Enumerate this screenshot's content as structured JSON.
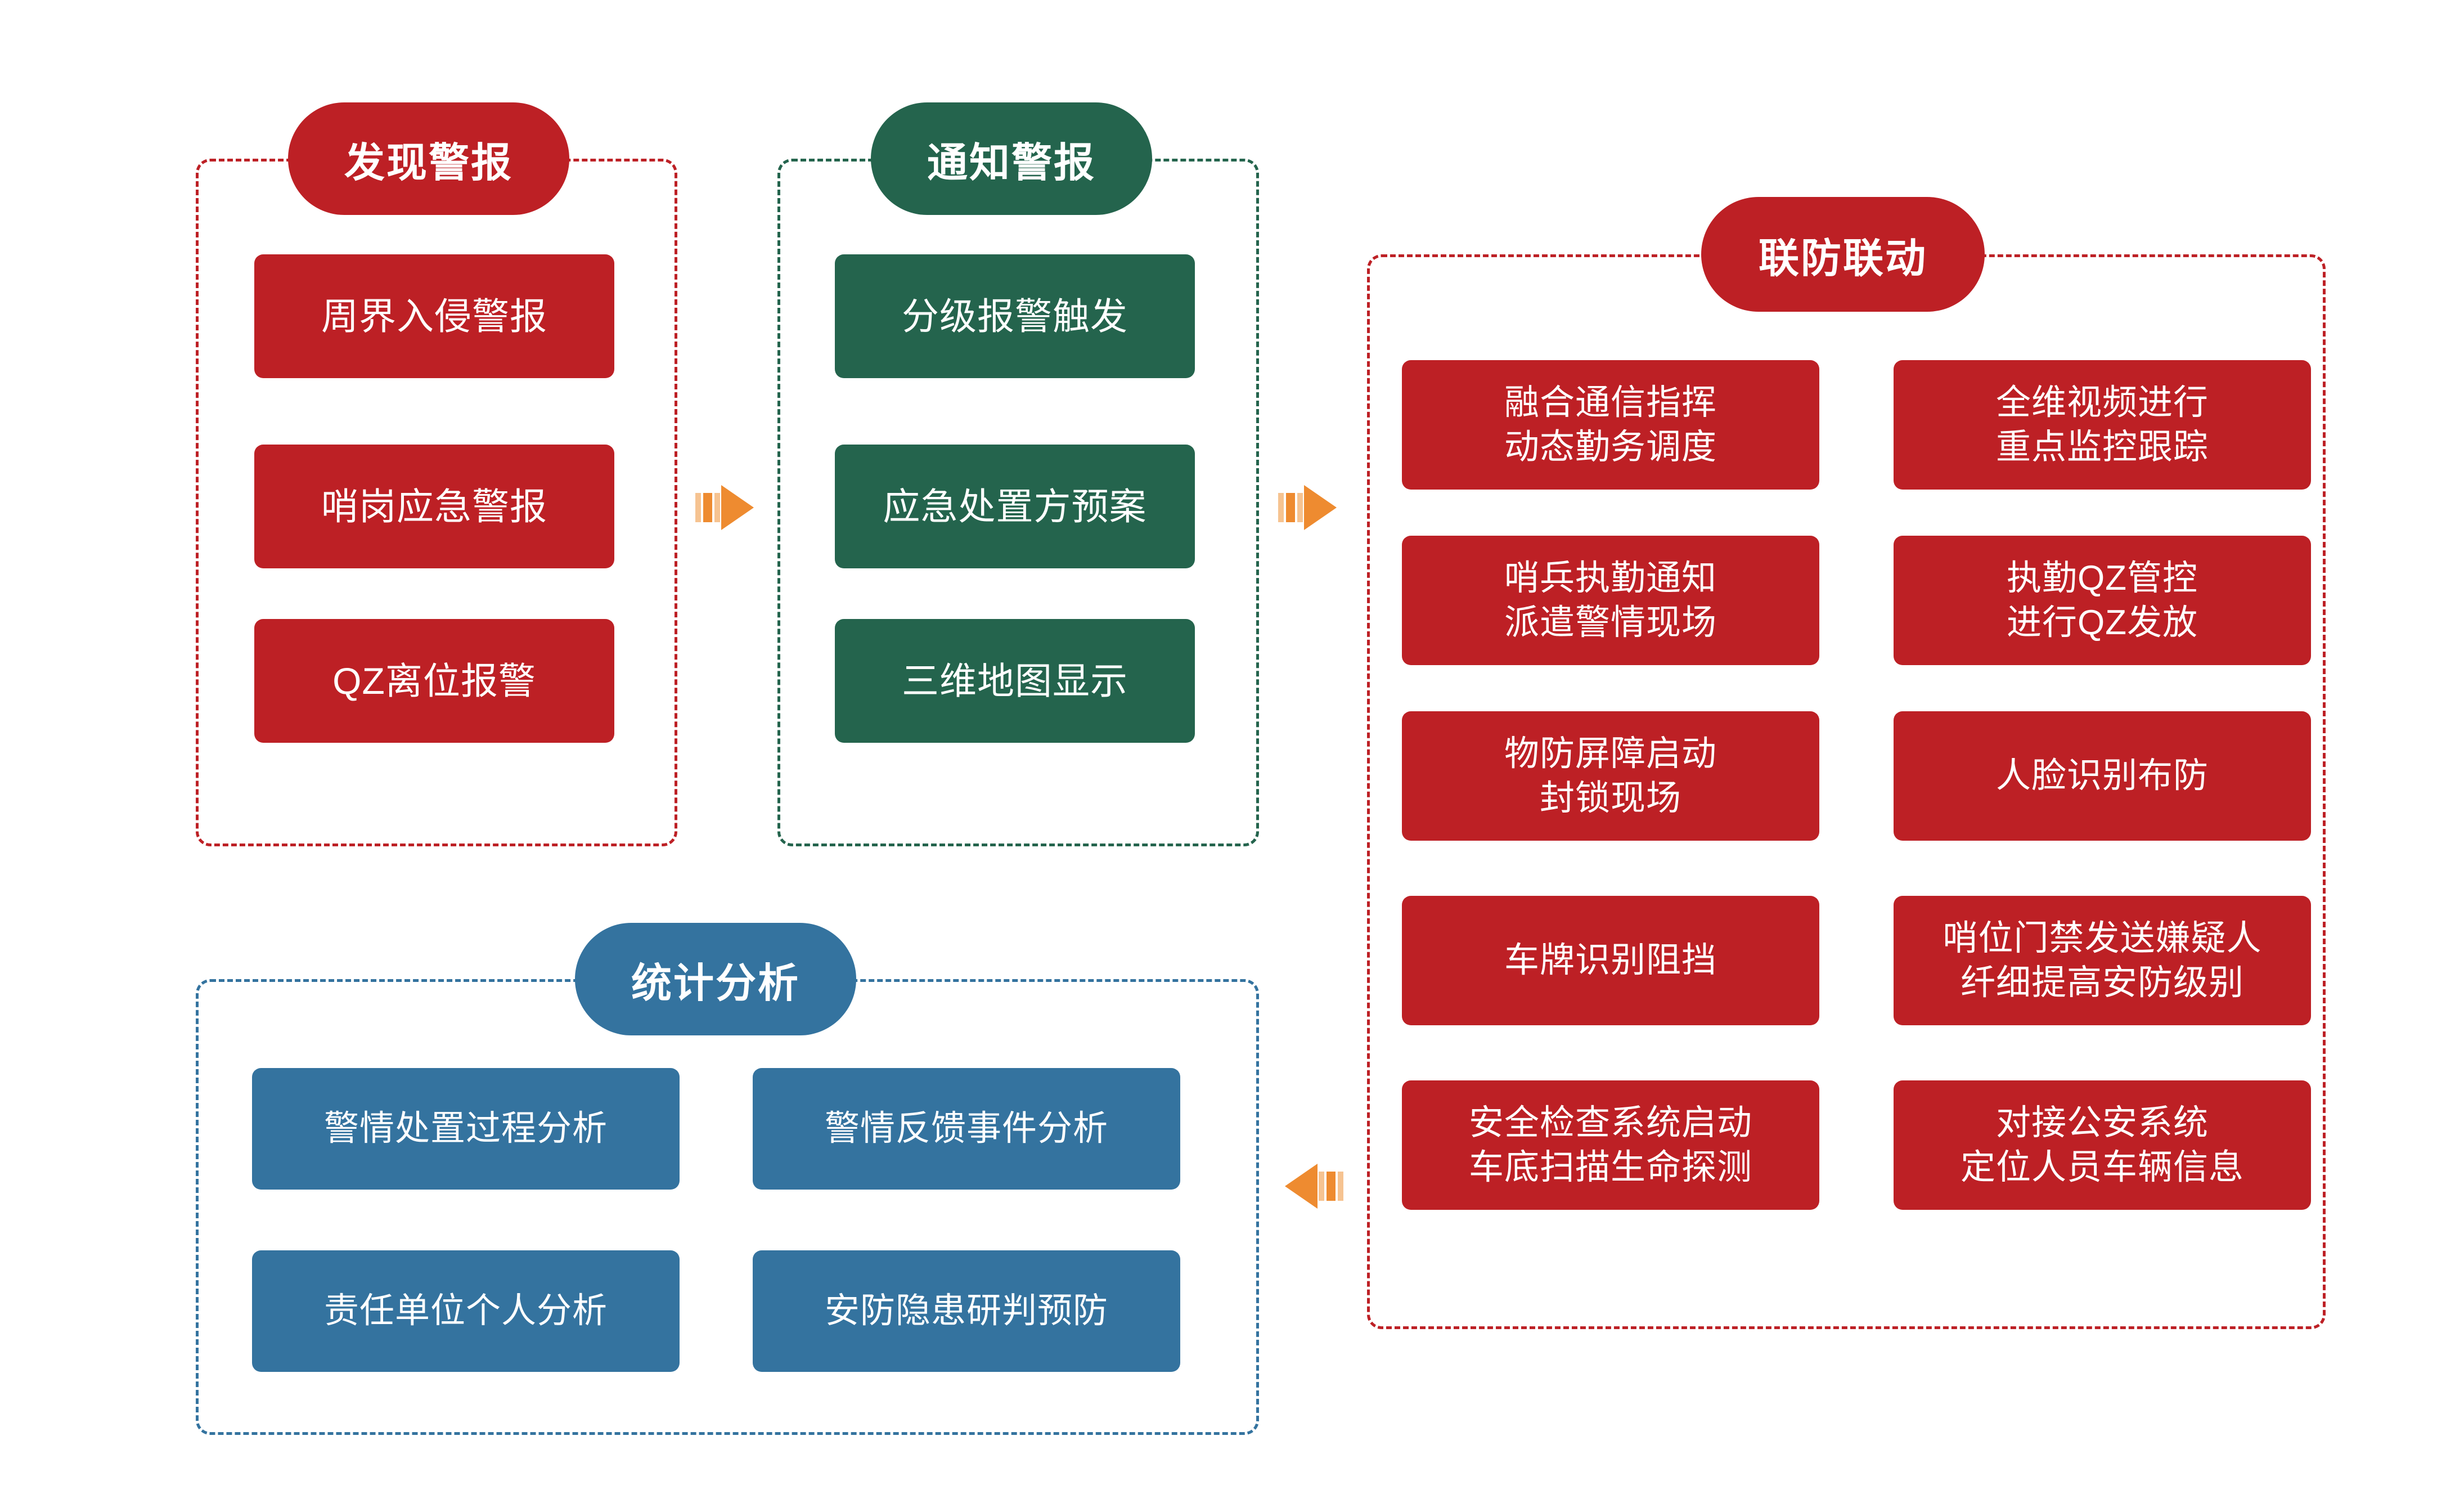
{
  "diagram": {
    "title_hidden": "",
    "colors": {
      "red": "#BD2025",
      "green": "#24644D",
      "blue": "#34739F",
      "arrow_orange": "#EE8B30",
      "arrow_orange_light": "#F6C391",
      "background": "#FFFFFF"
    },
    "panels": [
      {
        "id": "discover-alarm",
        "header": "发现警报",
        "color": "red",
        "items": [
          "周界入侵警报",
          "哨岗应急警报",
          "QZ离位报警"
        ]
      },
      {
        "id": "notify-alarm",
        "header": "通知警报",
        "color": "green",
        "items": [
          "分级报警触发",
          "应急处置方预案",
          "三维地图显示"
        ]
      },
      {
        "id": "joint-defense",
        "header": "联防联动",
        "color": "red",
        "items_left": [
          "融合通信指挥\n动态勤务调度",
          "哨兵执勤通知\n派遣警情现场",
          "物防屏障启动\n封锁现场",
          "车牌识别阻挡",
          "安全检查系统启动\n车底扫描生命探测"
        ],
        "items_right": [
          "全维视频进行\n重点监控跟踪",
          "执勤QZ管控\n进行QZ发放",
          "人脸识别布防",
          "哨位门禁发送嫌疑人\n纤细提高安防级别",
          "对接公安系统\n定位人员车辆信息"
        ]
      },
      {
        "id": "statistics-analysis",
        "header": "统计分析",
        "color": "blue",
        "items_left": [
          "警情处置过程分析",
          "责任单位个人分析"
        ],
        "items_right": [
          "警情反馈事件分析",
          "安防隐患研判预防"
        ]
      }
    ],
    "arrows": [
      {
        "id": "arrow-1",
        "direction": "right",
        "from": "discover-alarm",
        "to": "notify-alarm"
      },
      {
        "id": "arrow-2",
        "direction": "right",
        "from": "notify-alarm",
        "to": "joint-defense"
      },
      {
        "id": "arrow-3",
        "direction": "left",
        "from": "joint-defense",
        "to": "statistics-analysis"
      }
    ]
  }
}
